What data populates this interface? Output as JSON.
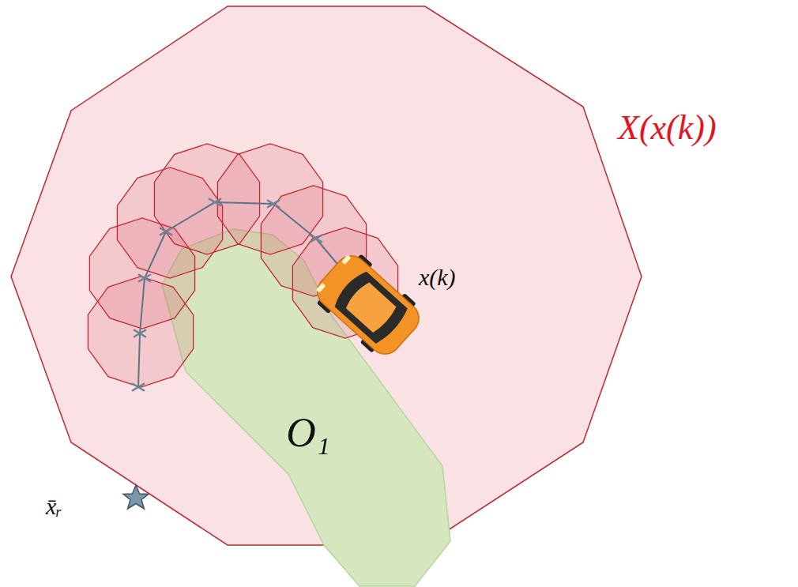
{
  "diagram": {
    "nodes": [
      {
        "text": [
          "X(x(k))"
        ]
      },
      {
        "text": [
          "O₁"
        ],
        "in": 0
      }
    ],
    "labels": [
      "x(k)",
      "x̄ᵣ"
    ]
  }
}
